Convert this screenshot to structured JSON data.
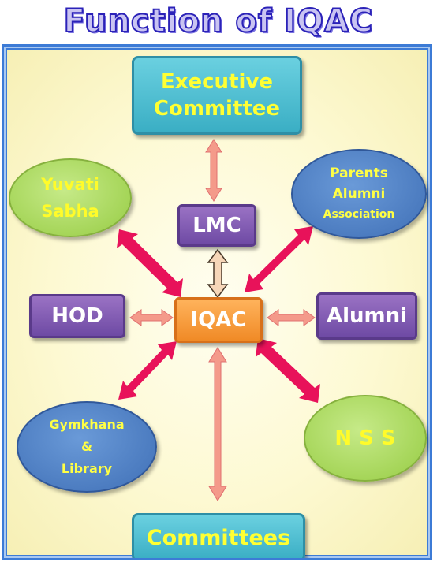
{
  "title": "Function of IQAC",
  "nodes": {
    "executive": {
      "line1": "Executive",
      "line2": "Committee"
    },
    "lmc": "LMC",
    "iqac": "IQAC",
    "hod": "HOD",
    "alumni": "Alumni",
    "committees": "Committees",
    "yuvati": {
      "line1": "Yuvati",
      "line2": "Sabha"
    },
    "parents": {
      "line1": "Parents",
      "line2": "Alumni",
      "line3": "Association"
    },
    "gymkhana": {
      "line1": "Gymkhana",
      "line2": "&",
      "line3": "Library"
    },
    "nss": "N S S"
  },
  "colors": {
    "arrow_magenta": "#e8125a",
    "arrow_pink": "#f49a8a",
    "arrow_beige": "#f6d6b8",
    "node_teal": "#4fbfd4",
    "node_purple": "#7b55b0",
    "node_orange": "#f59a3a",
    "ellipse_green": "#a8d75a",
    "ellipse_blue": "#4a7cc2",
    "label_yellow": "#ffff33"
  }
}
